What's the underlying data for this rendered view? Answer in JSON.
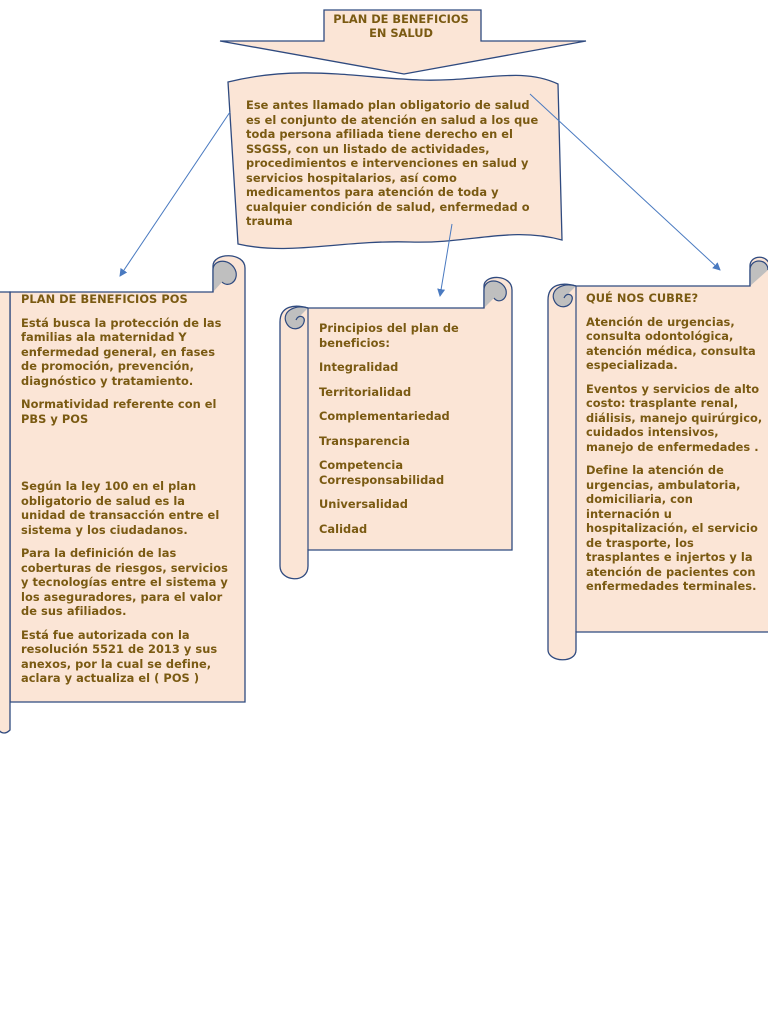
{
  "banner": {
    "title": "PLAN DE BENEFICIOS EN SALUD"
  },
  "definition": {
    "text": "Ese antes llamado plan obligatorio de salud es el conjunto de atención en salud a los que toda persona afiliada tiene derecho en el SSGSS, con un  listado de actividades, procedimientos e intervenciones en salud y servicios hospitalarios, así como medicamentos para atención de toda y cualquier condición de salud, enfermedad o trauma"
  },
  "pos_scroll": {
    "title": "PLAN DE BENEFICIOS POS",
    "p1": "Está busca la protección de las familias ala maternidad Y enfermedad general, en fases de promoción, prevención, diagnóstico y tratamiento.",
    "p2": "Normatividad referente con el PBS y POS",
    "p3": "Según la ley 100 en el plan obligatorio de salud es la unidad de transacción entre el sistema y los ciudadanos.",
    "p4": "Para la definición de las coberturas de riesgos, servicios y tecnologías entre el sistema y los aseguradores, para el valor de sus afiliados.",
    "p5": "Está fue autorizada  con la resolución 5521 de 2013 y sus anexos, por la cual se define, aclara  y actualiza el ( POS )"
  },
  "principles_scroll": {
    "heading": "Principios del plan de beneficios:",
    "items": [
      "Integralidad",
      "Territorialidad",
      "Complementariedad",
      "Transparencia",
      "Competencia Corresponsabilidad",
      "Universalidad",
      "Calidad"
    ]
  },
  "coverage_scroll": {
    "title": "QUÉ NOS CUBRE?",
    "p1": "Atención de urgencias, consulta odontológica, atención médica, consulta especializada.",
    "p2": "Eventos y servicios de alto costo: trasplante renal, diálisis, manejo quirúrgico, cuidados intensivos, manejo de enfermedades .",
    "p3": "Define la atención de urgencias, ambulatoria, domiciliaria, con internación u hospitalización, el servicio de trasporte, los trasplantes e injertos y la atención de pacientes con enfermedades terminales."
  },
  "colors": {
    "fill": "#fbe5d6",
    "outline": "#2f4a7f",
    "text": "#7a5a12",
    "scroll_curl": "#bfbfbf",
    "arrow": "#4a7ac0"
  }
}
